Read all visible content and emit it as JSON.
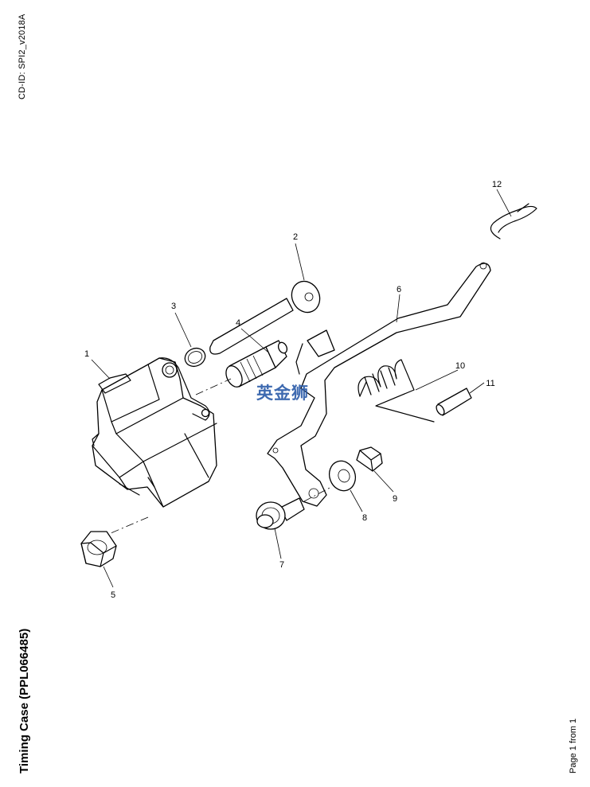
{
  "header": {
    "cd_id": "CD-ID: SPI2_v2018A"
  },
  "title": "Timing Case (PPL066485)",
  "page_info": "Page 1 from 1",
  "watermark": "英金狮",
  "callouts": [
    "1",
    "2",
    "3",
    "4",
    "5",
    "6",
    "7",
    "8",
    "9",
    "10",
    "11",
    "12"
  ]
}
